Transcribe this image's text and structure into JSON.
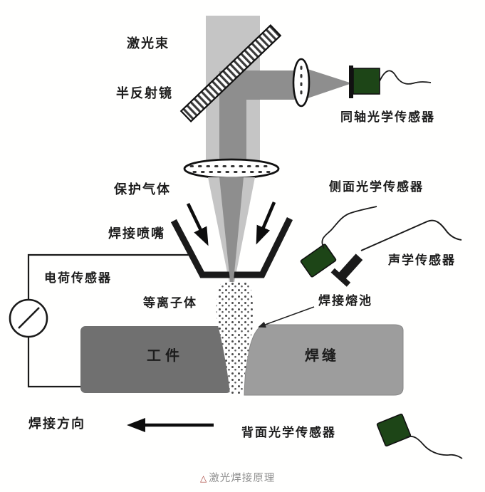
{
  "colors": {
    "beam_light": "#c5c5c5",
    "beam_dark": "#8e8e8e",
    "workpiece_gray": "#707070",
    "seam_gray": "#9d9d9d",
    "sensor_green": "#1d4517",
    "ink": "#1a1a1a",
    "caption_red": "#a7423a",
    "caption_gray": "#8f8f8f"
  },
  "labels": {
    "laser_beam": "激光束",
    "half_mirror": "半反射镜",
    "coaxial_sensor": "同轴光学传感器",
    "shielding_gas": "保护气体",
    "welding_nozzle": "焊接喷嘴",
    "charge_sensor": "电荷传感器",
    "plasma": "等离子体",
    "side_sensor": "侧面光学传感器",
    "acoustic_sensor": "声学传感器",
    "weld_pool": "焊接熔池",
    "workpiece": "工件",
    "weld_seam": "焊缝",
    "welding_direction": "焊接方向",
    "back_sensor": "背面光学传感器"
  },
  "caption": {
    "marker": "△",
    "text": "激光焊接原理"
  },
  "icons": {
    "meter_icon": "circle-with-slash",
    "mirror_icon": "hatched-diagonal-bar",
    "lens_icon": "dotted-ellipse",
    "sensor_icon": "green-box-with-cable"
  }
}
